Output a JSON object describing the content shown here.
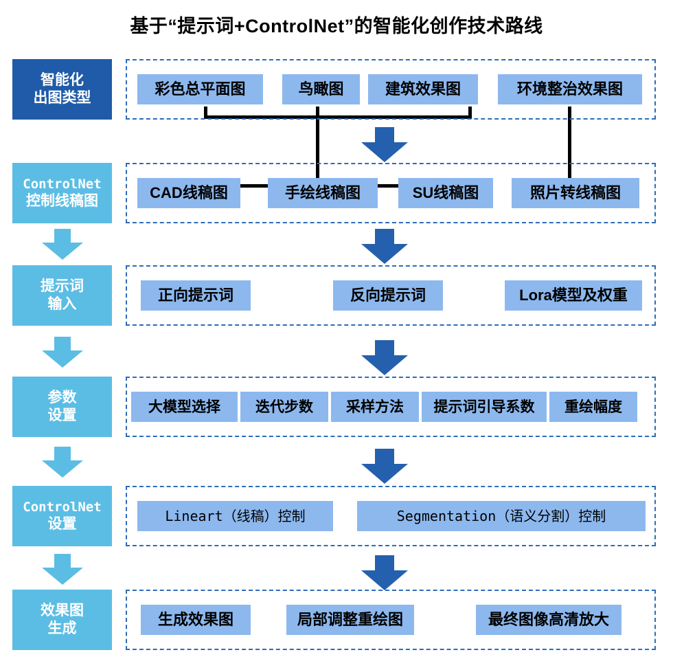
{
  "title": "基于“提示词+ControlNet”的智能化创作技术路线",
  "colors": {
    "stage_dark": "#1F5BA8",
    "stage_light": "#5BBDE4",
    "chip_fill": "#8CB8EE",
    "dashed_border": "#2B6CB8",
    "arrow_dark": "#2560AE",
    "arrow_light": "#5BBDE4",
    "connector": "#000000"
  },
  "stages": [
    {
      "id": "output-type",
      "line1": "智能化",
      "line2": "出图类型",
      "style": "dark"
    },
    {
      "id": "controlnet-lineart",
      "line1": "ControlNet",
      "line2": "控制线稿图",
      "style": "light"
    },
    {
      "id": "prompt-input",
      "line1": "提示词",
      "line2": "输入",
      "style": "light"
    },
    {
      "id": "parameter-settings",
      "line1": "参数",
      "line2": "设置",
      "style": "light"
    },
    {
      "id": "controlnet-settings",
      "line1": "ControlNet",
      "line2": "设置",
      "style": "light"
    },
    {
      "id": "render-generation",
      "line1": "效果图",
      "line2": "生成",
      "style": "light"
    }
  ],
  "rows": [
    {
      "id": "row-output-type",
      "items": [
        {
          "label": "彩色总平面图"
        },
        {
          "label": "鸟瞰图"
        },
        {
          "label": "建筑效果图"
        },
        {
          "label": "环境整治效果图"
        }
      ]
    },
    {
      "id": "row-lineart",
      "items": [
        {
          "label": "CAD线稿图"
        },
        {
          "label": "手绘线稿图"
        },
        {
          "label": "SU线稿图"
        },
        {
          "label": "照片转线稿图"
        }
      ]
    },
    {
      "id": "row-prompt",
      "items": [
        {
          "label": "正向提示词"
        },
        {
          "label": "反向提示词"
        },
        {
          "label": "Lora模型及权重"
        }
      ]
    },
    {
      "id": "row-parameters",
      "items": [
        {
          "label": "大模型选择"
        },
        {
          "label": "迭代步数"
        },
        {
          "label": "采样方法"
        },
        {
          "label": "提示词引导系数"
        },
        {
          "label": "重绘幅度"
        }
      ]
    },
    {
      "id": "row-controlnet-settings",
      "items": [
        {
          "label": "Lineart（线稿）控制"
        },
        {
          "label": "Segmentation（语义分割）控制"
        }
      ]
    },
    {
      "id": "row-generation",
      "items": [
        {
          "label": "生成效果图"
        },
        {
          "label": "局部调整重绘图"
        },
        {
          "label": "最终图像高清放大"
        }
      ]
    }
  ]
}
